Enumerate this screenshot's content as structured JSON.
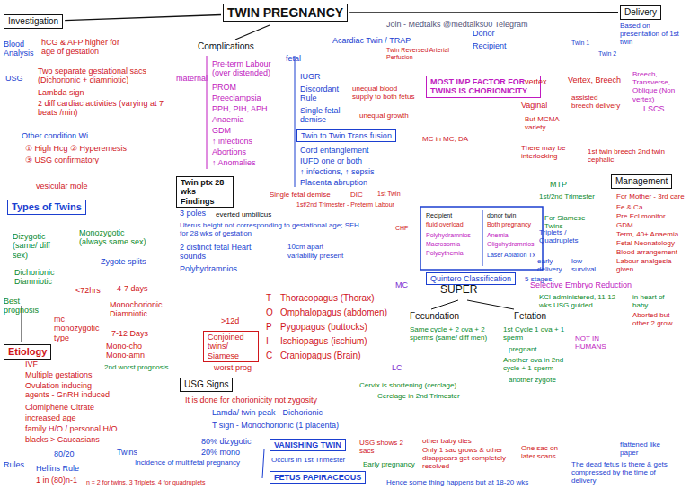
{
  "diagram": {
    "nodes": [
      {
        "text": [
          "TWIN PREGNANCY"
        ]
      },
      {
        "text": [
          "Investigation"
        ]
      },
      {
        "text": [
          "Delivery"
        ]
      },
      {
        "text": [
          "Types of Twins"
        ]
      },
      {
        "text": [
          "Etiology"
        ]
      },
      {
        "text": [
          "Twin ptx 28 wks Findings"
        ]
      },
      {
        "text": [
          "Conjoined twins/ Siamese"
        ]
      },
      {
        "text": [
          "USG Signs"
        ]
      },
      {
        "text": [
          "MOST IMP FACTOR FOR TWINS IS CHORIONICITY"
        ]
      },
      {
        "text": [
          "Twin to Twin Trans fusion"
        ]
      },
      {
        "text": [
          "Quintero Classification"
        ]
      },
      {
        "text": [
          "Management"
        ]
      },
      {
        "text": [
          "VANISHING TWIN"
        ]
      },
      {
        "text": [
          "FETUS PAPIRACEOUS"
        ]
      }
    ],
    "edges": [
      {
        "from": 0,
        "to": 1,
        "arrow": "none"
      },
      {
        "from": 0,
        "to": 2,
        "arrow": "none"
      }
    ],
    "labels": [
      "Join - Medtalks @medtalks00 Telegram",
      "Blood Analysis",
      "hCG & AFP higher for age of gestation",
      "USG",
      "Two separate gestational sacs (Dichorionic + diamniotic)",
      "Lambda sign",
      "2 diff cardiac activities (varying at 7 beats /min)",
      "Other condition Wi",
      "① High Hcg ② Hyperemesis",
      "③ USG confirmatory",
      "vesicular mole",
      "Dizygotic (same/ diff sex)",
      "Monozygotic (always same sex)",
      "Zygote splits",
      "Dichorionic Diamniotic",
      "<72hrs",
      "4-7 days",
      "Best prognosis",
      "Monochorionic Diamniotic",
      "mc monozygotic type",
      "7-12 Days",
      "Mono-cho Mono-amn",
      "2nd worst prognosis",
      ">12d",
      "worst prog",
      "IVF",
      "Multiple gestations",
      "Ovulation inducing agents - GnRH induced",
      "Clomiphene Citrate",
      "increased age",
      "family H/O / personal H/O",
      "blacks > Caucasians",
      "Rules",
      "80/20",
      "Twins",
      "80% dizygotic",
      "20% mono",
      "Hellins Rule",
      "Incidence of multifetal pregnancy",
      "1 in (80)n-1",
      "n = 2 for twins, 3 Triplets, 4 for quadruplets",
      "Occurs in 1st Trimester",
      "USG shows 2 sacs",
      "Early pregnancy",
      "other baby dies",
      "Only 1 sac grows & other disappears get completely resolved",
      "One sac on later scans",
      "Hence some thing happens but at 18-20 wks",
      "The dead fetus is there & gets compressed by the time of delivery",
      "flattened like paper",
      "Complications",
      "maternal",
      "Pre-term Labour (over distended)",
      "PROM",
      "Preeclampsia",
      "PPH, PIH, APH",
      "Anaemia",
      "GDM",
      "↑ infections",
      "Abortions",
      "↑ Anomalies",
      "fetal",
      "IUGR",
      "Discordant Rule",
      "Single fetal demise",
      "Cord entanglement",
      "IUFD one or both",
      "↑ infections, ↑ sepsis",
      "Placenta abruption",
      "unequal blood supply to both fetus",
      "unequal growth",
      "Acardiac Twin / TRAP",
      "Twin Reversed Arterial Perfusion",
      "Donor",
      "Recipient",
      "MC in MC, DA",
      "Single fetal demise",
      "DIC",
      "1st/2nd Trimester - Preterm Labour",
      "1st Twin",
      "Recipient",
      "donor twin",
      "fluid overload",
      "Both pregnancy",
      "Polyhydramnios",
      "Macrosomia",
      "Polycythemia",
      "Anemia",
      "Oligohydramnios",
      "Laser Ablation Tx",
      "5 stages",
      "CHF",
      "3 poles",
      "everted umbilicus",
      "Uterus height not corresponding to gestational age; SFH for 28 wks of gestation",
      "2 distinct fetal Heart sounds",
      "10cm apart",
      "variability present",
      "Polyhydramnios",
      "T",
      "Thoracopagus (Thorax)",
      "O",
      "Omphalopagus (abdomen)",
      "P",
      "Pygopagus (buttocks)",
      "I",
      "Ischiopagus (ischium)",
      "C",
      "Craniopagus (Brain)",
      "MC",
      "LC",
      "It is done for chorionicity not zygosity",
      "Lamda/ twin peak - Dichorionic",
      "T sign - Monochorionic (1 placenta)",
      "Cervix is shortening (cerclage)",
      "Cerclage in 2nd Trimester",
      "SUPER",
      "Fecundation",
      "Fetation",
      "Same cycle + 2 ova + 2 sperms (same/ diff men)",
      "1st Cycle 1 ova + 1 sperm",
      "pregnant",
      "Another ova in 2nd cycle + 1 sperm",
      "another zygote",
      "NOT IN HUMANS",
      "Selective Embryo Reduction",
      "KCl administered, 11-12 wks USG guided",
      "in heart of baby",
      "Aborted but other 2 grow",
      "Based on presentation of 1st twin",
      "Twin 1",
      "Twin 2",
      "vertex",
      "Vertex, Breech",
      "Breech, Transverse, Oblique (Non vertex)",
      "Vaginal",
      "assisted breech delivery",
      "LSCS",
      "But MCMA variety",
      "There may be interlocking",
      "1st twin breech 2nd twin cephalic",
      "MTP",
      "1st/2nd Trimester",
      "For Siamese Twins",
      "For Mother - 3rd care",
      "Fe & Ca",
      "Pre Ecl monitor",
      "GDM",
      "Term, 40+ Anaemia",
      "Fetal Neonatology",
      "Blood arrangement",
      "Labour analgesia given",
      "Triplets / Quadruplets",
      "early delivery",
      "low survival"
    ]
  }
}
